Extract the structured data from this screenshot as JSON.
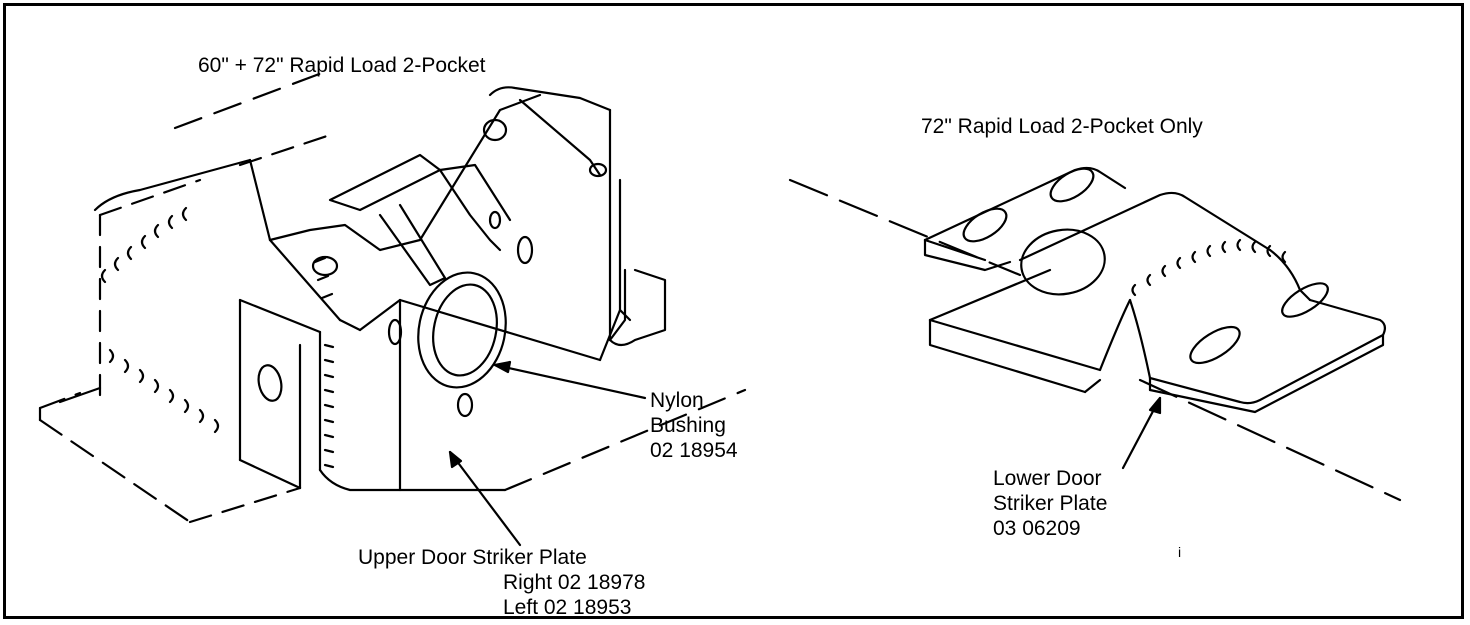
{
  "figure": {
    "left_panel": {
      "heading": "60\" + 72\" Rapid Load 2-Pocket",
      "callouts": {
        "bushing": [
          "Nylon",
          "Bushing",
          "02 18954"
        ],
        "upper_plate": [
          "Upper Door Striker Plate",
          "Right 02 18978",
          "Left 02 18953"
        ]
      }
    },
    "right_panel": {
      "heading": "72\" Rapid Load 2-Pocket Only",
      "callouts": {
        "lower_plate": [
          "Lower Door",
          "Striker Plate",
          "03 06209"
        ]
      },
      "stray_mark": "i"
    }
  },
  "colors": {
    "ink": "#000000",
    "paper": "#ffffff"
  }
}
